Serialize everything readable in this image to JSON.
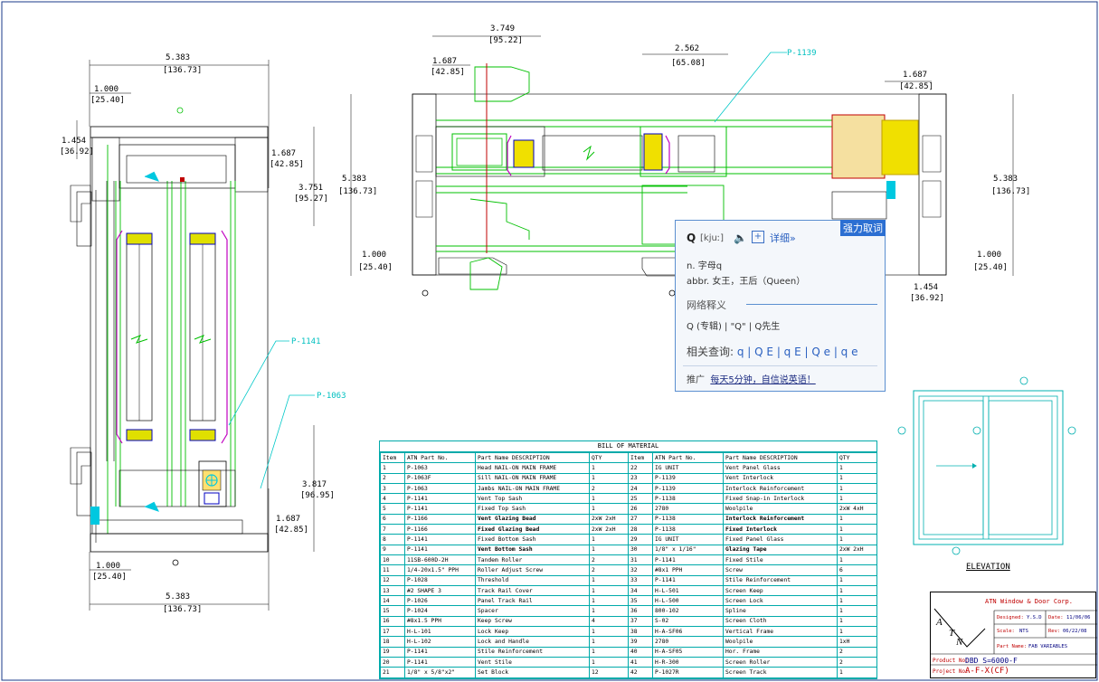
{
  "dimensions": {
    "left_top_width": "5.383",
    "left_top_width_mm": "[136.73]",
    "left_1000": "1.000",
    "left_1000_mm": "[25.40]",
    "left_1454": "1.454",
    "left_1454_mm": "[36.92]",
    "left_1687": "1.687",
    "left_1687_mm": "[42.85]",
    "left_3751": "3.751",
    "left_3751_mm": "[95.27]",
    "left_3817": "3.817",
    "left_3817_mm": "[96.95]",
    "left_1687b": "1.687",
    "left_1687b_mm": "[42.85]",
    "left_bot_1000": "1.000",
    "left_bot_1000_mm": "[25.40]",
    "left_bot_width": "5.383",
    "left_bot_width_mm": "[136.73]",
    "top_3749": "3.749",
    "top_3749_mm": "[95.22]",
    "top_1687": "1.687",
    "top_1687_mm": "[42.85]",
    "top_2562": "2.562",
    "top_2562_mm": "[65.08]",
    "top_right_1687": "1.687",
    "top_right_1687_mm": "[42.85]",
    "left_side_5383": "5.383",
    "left_side_5383_mm": "[136.73]",
    "left_side_1000": "1.000",
    "left_side_1000_mm": "[25.40]",
    "right_side_5383": "5.383",
    "right_side_5383_mm": "[136.73]",
    "right_side_1000": "1.000",
    "right_side_1000_mm": "[25.40]",
    "right_1454": "1.454",
    "right_1454_mm": "[36.92]"
  },
  "callouts": {
    "p1139": "P-1139",
    "p1141": "P-1141",
    "p1063": "P-1063",
    "elevation": "ELEVATION"
  },
  "popup": {
    "word": "Q",
    "phonetic": "[kjuː]",
    "speaker_icon": "speaker-icon",
    "add_icon": "add-icon",
    "more": "详细»",
    "strong_button": "强力取词",
    "def1": "n. 字母q",
    "def2": "abbr. 女王，王后（Queen）",
    "net_title": "网络释义",
    "net_items": "Q (专辑) | \"Q\" | Q先生",
    "related_label": "相关查询:",
    "related": "q | Q E | q E | Q e | q e",
    "promo_label": "推广",
    "promo_link": "每天5分钟，自信说英语！"
  },
  "bom": {
    "title": "BILL OF MATERIAL",
    "headers": [
      "Item",
      "ATN Part No.",
      "Part Name DESCRIPTION",
      "QTY",
      "Item",
      "ATN Part No.",
      "Part Name DESCRIPTION",
      "QTY"
    ],
    "rows": [
      [
        "1",
        "P-1063",
        "Head NAIL-ON MAIN FRAME",
        "1",
        "22",
        "IG UNIT",
        "Vent Panel Glass",
        "1"
      ],
      [
        "2",
        "P-1063F",
        "Sill NAIL-ON MAIN FRAME",
        "1",
        "23",
        "P-1139",
        "Vent Interlock",
        "1"
      ],
      [
        "3",
        "P-1063",
        "Jambs NAIL-ON MAIN FRAME",
        "2",
        "24",
        "P-1139",
        "Interlock Reinforcement",
        "1"
      ],
      [
        "4",
        "P-1141",
        "Vent Top Sash",
        "1",
        "25",
        "P-1138",
        "Fixed Snap-in Interlock",
        "1"
      ],
      [
        "5",
        "P-1141",
        "Fixed Top Sash",
        "1",
        "26",
        "2780",
        "Woolpile",
        "2xW 4xH"
      ],
      [
        "6",
        "P-1166",
        "Vent Glazing Bead",
        "2xW 2xH",
        "27",
        "P-1138",
        "Interlock Reinforcement",
        "1"
      ],
      [
        "7",
        "P-1166",
        "Fixed Glazing Bead",
        "2xW 2xH",
        "28",
        "P-1138",
        "Fixed Interlock",
        "1"
      ],
      [
        "8",
        "P-1141",
        "Fixed Bottom Sash",
        "1",
        "29",
        "IG UNIT",
        "Fixed Panel Glass",
        "1"
      ],
      [
        "9",
        "P-1141",
        "Vent Bottom Sash",
        "1",
        "30",
        "1/8\" x 1/16\"",
        "Glazing Tape",
        "2xW 2xH"
      ],
      [
        "10",
        "11SB-600D-2H",
        "Tandem Roller",
        "2",
        "31",
        "P-1141",
        "Fixed Stile",
        "1"
      ],
      [
        "11",
        "1/4-20x1.5\" PPH",
        "Roller Adjust Screw",
        "2",
        "32",
        "#8x1 PPH",
        "Screw",
        "6"
      ],
      [
        "12",
        "P-1028",
        "Threshold",
        "1",
        "33",
        "P-1141",
        "Stile Reinforcement",
        "1"
      ],
      [
        "13",
        "#2 SHAPE 3",
        "Track Rail Cover",
        "1",
        "34",
        "H-L-501",
        "Screen Keep",
        "1"
      ],
      [
        "14",
        "P-1026",
        "Panel Track Rail",
        "1",
        "35",
        "H-L-500",
        "Screen Lock",
        "1"
      ],
      [
        "15",
        "P-1024",
        "Spacer",
        "1",
        "36",
        "800-102",
        "Spline",
        "1"
      ],
      [
        "16",
        "#8x1.5 PPH",
        "Keep Screw",
        "4",
        "37",
        "S-02",
        "Screen Cloth",
        "1"
      ],
      [
        "17",
        "H-L-101",
        "Lock Keep",
        "1",
        "38",
        "H-A-SF06",
        "Vertical Frame",
        "1"
      ],
      [
        "18",
        "H-L-102",
        "Lock and Handle",
        "1",
        "39",
        "2780",
        "Woolpile",
        "1xH"
      ],
      [
        "19",
        "P-1141",
        "Stile Reinforcement",
        "1",
        "40",
        "H-A-SF05",
        "Hor. Frame",
        "2"
      ],
      [
        "20",
        "P-1141",
        "Vent Stile",
        "1",
        "41",
        "H-R-300",
        "Screen Roller",
        "2"
      ],
      [
        "21",
        "1/8\" x 5/8\"x2\"",
        "Set Block",
        "12",
        "42",
        "P-1027R",
        "Screen Track",
        "1"
      ]
    ]
  },
  "title_block": {
    "company": "ATN Window & Door Corp.",
    "designed_label": "Designed:",
    "designed": "Y.S.D",
    "date_label": "Date:",
    "date": "11/06/06",
    "scale_label": "Scale:",
    "scale": "NTS",
    "rev_label": "Rev:",
    "rev": "06/22/08",
    "part_name_label": "Part Name:",
    "part_name": "FAB VARIABLES",
    "product_label": "Product No:",
    "product": "DBD S=6000-F",
    "project_label": "Project No:",
    "project": "A-F-X(CF)"
  },
  "colors": {
    "frame": "#000000",
    "profile_green": "#00c000",
    "callout_cyan": "#00c8c8",
    "glass_red": "#c00000",
    "magenta": "#c000c0",
    "yellow_glass": "#f0e000",
    "popup_border": "#5b8fd0",
    "popup_button": "#2c6fd2"
  }
}
